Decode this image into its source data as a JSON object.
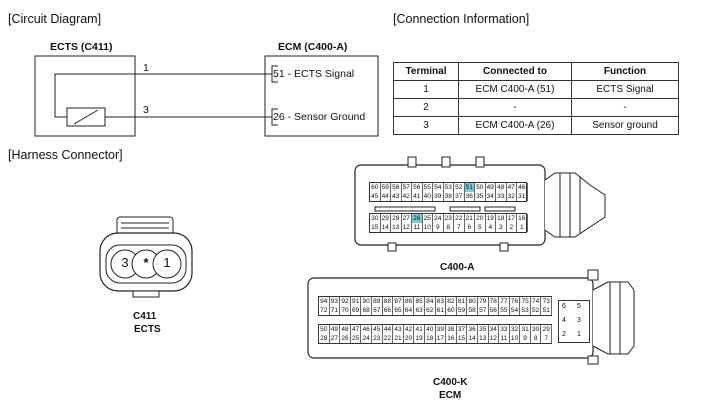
{
  "headers": {
    "circuit": "[Circuit Diagram]",
    "connection": "[Connection Information]",
    "harness": "[Harness Connector]"
  },
  "circuit": {
    "ects_title": "ECTS (C411)",
    "ecm_title": "ECM (C400-A)",
    "wire1": "1",
    "wire3": "3",
    "pin51": "51 - ECTS Signal",
    "pin26": "26 - Sensor Ground"
  },
  "table": {
    "headers": [
      "Terminal",
      "Connected to",
      "Function"
    ],
    "rows": [
      [
        "1",
        "ECM C400-A (51)",
        "ECTS Signal"
      ],
      [
        "2",
        "-",
        "-"
      ],
      [
        "3",
        "ECM C400-A (26)",
        "Sensor ground"
      ]
    ]
  },
  "c411": {
    "pins": [
      "3",
      "*",
      "1"
    ],
    "label": "C411",
    "sublabel": "ECTS"
  },
  "c400a": {
    "label": "C400-A",
    "row1": [
      "60",
      "59",
      "58",
      "57",
      "56",
      "55",
      "54",
      "53",
      "52",
      "51",
      "50",
      "49",
      "48",
      "47",
      "46"
    ],
    "row2": [
      "45",
      "44",
      "43",
      "42",
      "41",
      "40",
      "39",
      "38",
      "37",
      "36",
      "35",
      "34",
      "33",
      "32",
      "31"
    ],
    "row3": [
      "30",
      "29",
      "28",
      "27",
      "26",
      "25",
      "24",
      "23",
      "22",
      "21",
      "20",
      "19",
      "18",
      "17",
      "16"
    ],
    "row4": [
      "15",
      "14",
      "13",
      "12",
      "11",
      "10",
      "9",
      "8",
      "7",
      "6",
      "5",
      "4",
      "3",
      "2",
      "1"
    ],
    "highlight": [
      "51",
      "26"
    ],
    "highlight_color": "#7fc9d6"
  },
  "c400k": {
    "label": "C400-K",
    "sublabel": "ECM",
    "row1": [
      "94",
      "93",
      "92",
      "91",
      "90",
      "89",
      "88",
      "87",
      "86",
      "85",
      "84",
      "83",
      "82",
      "81",
      "80",
      "79",
      "78",
      "77",
      "76",
      "75",
      "74",
      "73"
    ],
    "row2": [
      "72",
      "71",
      "70",
      "69",
      "68",
      "67",
      "66",
      "65",
      "64",
      "63",
      "62",
      "61",
      "60",
      "59",
      "58",
      "57",
      "56",
      "55",
      "54",
      "53",
      "52",
      "51"
    ],
    "row3": [
      "50",
      "49",
      "48",
      "47",
      "46",
      "45",
      "44",
      "43",
      "42",
      "41",
      "40",
      "39",
      "38",
      "37",
      "36",
      "35",
      "34",
      "33",
      "32",
      "31",
      "30",
      "29"
    ],
    "row4": [
      "28",
      "27",
      "26",
      "25",
      "24",
      "23",
      "22",
      "21",
      "20",
      "19",
      "18",
      "17",
      "16",
      "15",
      "14",
      "13",
      "12",
      "11",
      "10",
      "9",
      "8",
      "7"
    ],
    "side": [
      [
        "6",
        "5"
      ],
      [
        "4",
        "3"
      ],
      [
        "2",
        "1"
      ]
    ]
  }
}
